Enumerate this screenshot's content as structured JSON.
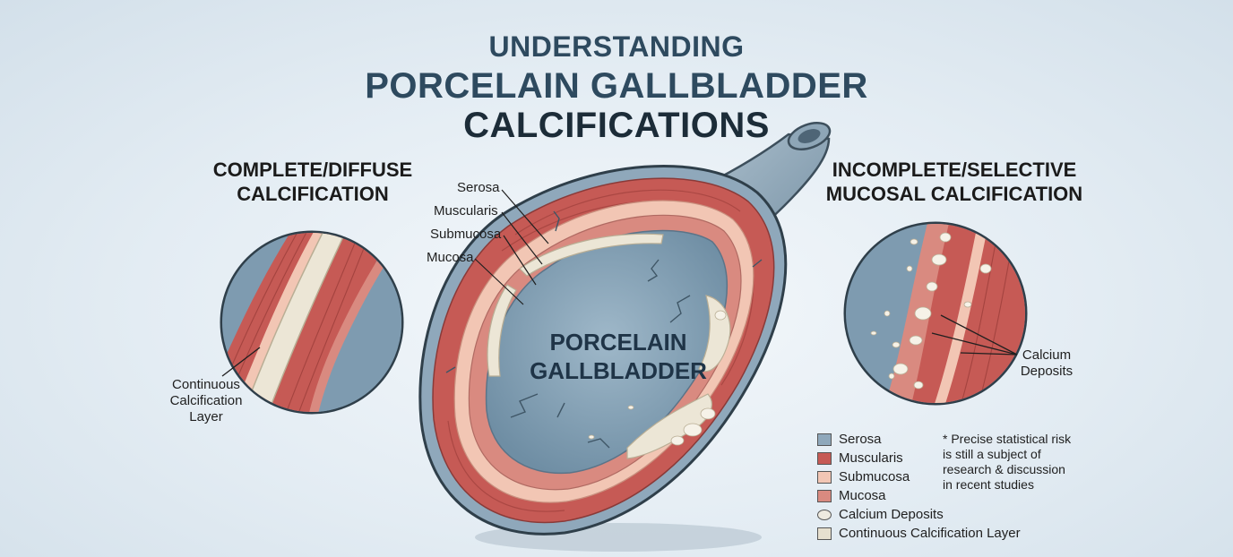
{
  "title": {
    "line1": "UNDERSTANDING",
    "line2": "PORCELAIN GALLBLADDER",
    "line3": "CALCIFICATIONS"
  },
  "left_panel": {
    "heading_line1": "COMPLETE/DIFFUSE",
    "heading_line2": "CALCIFICATION",
    "callout_line1": "Continuous",
    "callout_line2": "Calcification",
    "callout_line3": "Layer"
  },
  "right_panel": {
    "heading_line1": "INCOMPLETE/SELECTIVE",
    "heading_line2": "MUCOSAL CALCIFICATION",
    "callout_line1": "Calcium",
    "callout_line2": "Deposits"
  },
  "center": {
    "label_line1": "PORCELAIN",
    "label_line2": "GALLBLADDER",
    "layer_labels": [
      "Serosa",
      "Muscularis",
      "Submucosa",
      "Mucosa"
    ]
  },
  "legend": [
    {
      "label": "Serosa",
      "color": "#8fa8bb",
      "shape": "square"
    },
    {
      "label": "Muscularis",
      "color": "#c65a55",
      "shape": "square"
    },
    {
      "label": "Submucosa",
      "color": "#f2c6b4",
      "shape": "square"
    },
    {
      "label": "Mucosa",
      "color": "#d98a80",
      "shape": "square"
    },
    {
      "label": "Calcium Deposits",
      "color": "#eeeae0",
      "shape": "round"
    },
    {
      "label": "Continuous Calcification Layer",
      "color": "#e6e0cf",
      "shape": "square"
    }
  ],
  "note": {
    "line1": "* Precise statistical risk",
    "line2": "is still a subject of",
    "line3": "research & discussion",
    "line4": "in recent studies"
  }
}
